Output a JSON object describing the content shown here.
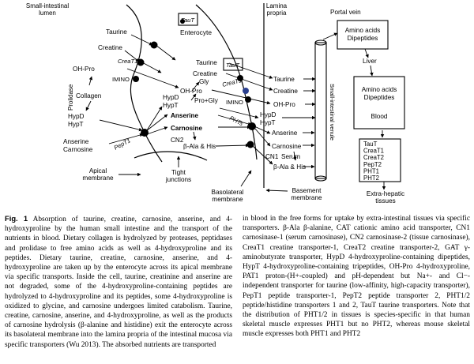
{
  "figure": {
    "regions": {
      "lumen": [
        "Small-intestinal",
        "lumen"
      ],
      "propria": [
        "Lamina",
        "propria"
      ],
      "enterocyte": "Enterocyte",
      "apical": [
        "Apical",
        "membrane"
      ],
      "tight": [
        "Tight",
        "junctions"
      ],
      "basolateral": [
        "Basolateral",
        "membrane"
      ],
      "basement": [
        "Basement",
        "membrane"
      ],
      "portal": "Portal vein",
      "venule": "Small-intestinal venule"
    },
    "labels": {
      "taurine": "Taurine",
      "creatine": "Creatine",
      "ohpro": "OH-Pro",
      "collagen": "Collagen",
      "prolidase": "Prolidase",
      "hypd": "HypD",
      "hypt": "HypT",
      "anserine": "Anserine",
      "carnosine": "Carnosine",
      "pept1": "PepT1",
      "taut": "TauT",
      "creat1": "CreaT1",
      "imino": "IMINO",
      "gly": "Gly",
      "progly": "Pro+Gly",
      "cn2": "CN2",
      "bala_his": "β-Ala & His",
      "phts": "PHTs",
      "cn1": "CN1",
      "serum": "Serum"
    },
    "boxes": {
      "portal_box": [
        "Amino acids",
        "Dipeptides"
      ],
      "liver": "Liver",
      "blood_box": [
        "Amino acids",
        "Dipeptides",
        "Blood"
      ],
      "transporters": [
        "TauT",
        "CreaT1",
        "CreaT2",
        "PepT2",
        "PHT1",
        "PHT2"
      ],
      "extra": [
        "Extra-hepatic",
        "tissues"
      ]
    }
  },
  "caption": {
    "head": "Fig. 1",
    "left": "Absorption of taurine, creatine, carnosine, anserine, and 4-hydroxyproline by the human small intestine and the transport of the nutrients in blood. Dietary collagen is hydrolyzed by proteases, peptidases and prolidase to free amino acids as well as 4-hydroxyproline and its peptides. Dietary taurine, creatine, carnosine, anserine, and 4-hydroxyproline are taken up by the enterocyte across its apical membrane via specific transports. Inside the cell, taurine, creatinine and anserine are not degraded, some of the 4-hydroxyproline-containing peptides are hydrolyzed to 4-hydroxyproline and its peptides, some 4-hydroxyproline is oxidized to glycine, and carnosine undergoes limited catabolism. Taurine, creatine, carnosine, anserine, and 4-hydroxyproline, as well as the products of carnosine hydrolysis (β-alanine and histidine) exit the enterocyte across its basolateral membrane into the lamina propria of the intestinal mucosa via specific transporters (Wu 2013). The absorbed nutrients are transported",
    "right": "in blood in the free forms for uptake by extra-intestinal tissues via specific transporters. β-Ala β-alanine, CAT cationic amino acid transporter, CN1 carnosinase-1 (serum carnosinase), CN2 carnosinase-2 (tissue carnosinase), CreaT1 creatine transporter-1, CreaT2 creatine transporter-2, GAT γ-aminobutyrate transporter, HypD 4-hydroxyproline-containing dipeptides, HypT 4-hydroxyproline-containing tripeptides, OH-Pro 4-hydroxyproline, PAT1 proton-(H+-coupled) and pH-dependent but Na+- and Cl−-independent transporter for taurine (low-affinity, high-capacity transporter), PepT1 peptide transporter-1, PepT2 peptide transporter 2, PHT1/2 peptide/histidine transporters 1 and 2, TauT taurine transporters. Note that the distribution of PHT1/2 in tissues is species-specific in that human skeletal muscle expresses PHT1 but no PHT2, whereas mouse skeletal muscle expresses both PHT1 and PHT2"
  }
}
